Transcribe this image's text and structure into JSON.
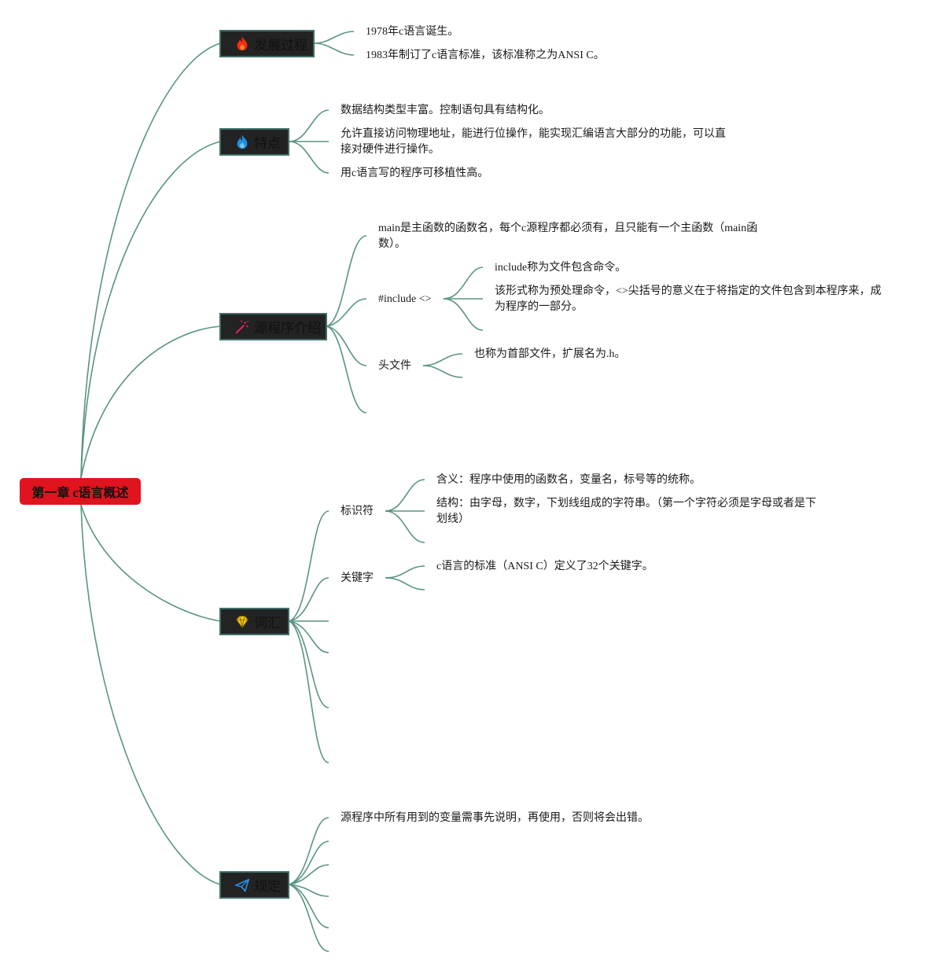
{
  "root": {
    "label": "第一章 c语言概述"
  },
  "branches": {
    "history": {
      "label": "发展过程",
      "icon": "fire-red-icon",
      "items": [
        "1978年c语言诞生。",
        "1983年制订了c语言标准，该标准称之为ANSI C。"
      ]
    },
    "features": {
      "label": "特点",
      "icon": "fire-blue-icon",
      "items": [
        "数据结构类型丰富。控制语句具有结构化。",
        "允许直接访问物理地址，能进行位操作，能实现汇编语言大部分的功能，可以直接对硬件进行操作。",
        "用c语言写的程序可移植性高。"
      ]
    },
    "source": {
      "label": "源程序介绍",
      "icon": "magic-wand-icon",
      "items": {
        "main": "main是主函数的函数名，每个c源程序都必须有，且只能有一个主函数（main函数）。",
        "include": {
          "label": "#include <>",
          "children": [
            "include称为文件包含命令。",
            "该形式称为预处理命令，<>尖括号的意义在于将指定的文件包含到本程序来，成为程序的一部分。"
          ]
        },
        "header": {
          "label": "头文件",
          "children": [
            "也称为首部文件，扩展名为.h。"
          ]
        }
      }
    },
    "vocab": {
      "label": "词汇",
      "icon": "diamond-icon",
      "items": {
        "identifier": {
          "label": "标识符",
          "children": [
            "含义：程序中使用的函数名，变量名，标号等的统称。",
            "结构：由字母，数字，下划线组成的字符串。（第一个字符必须是字母或者是下划线）"
          ]
        },
        "keyword": {
          "label": "关键字",
          "children": [
            "c语言的标准（ANSI C）定义了32个关键字。"
          ]
        }
      }
    },
    "rules": {
      "label": "规定",
      "icon": "paper-plane-icon",
      "items": [
        "源程序中所有用到的变量需事先说明，再使用，否则将会出错。"
      ]
    }
  },
  "colors": {
    "connector": "#5a9484",
    "root_fill": "#e0141e",
    "node_fill": "#232323",
    "node_border": "#3f6f68"
  }
}
